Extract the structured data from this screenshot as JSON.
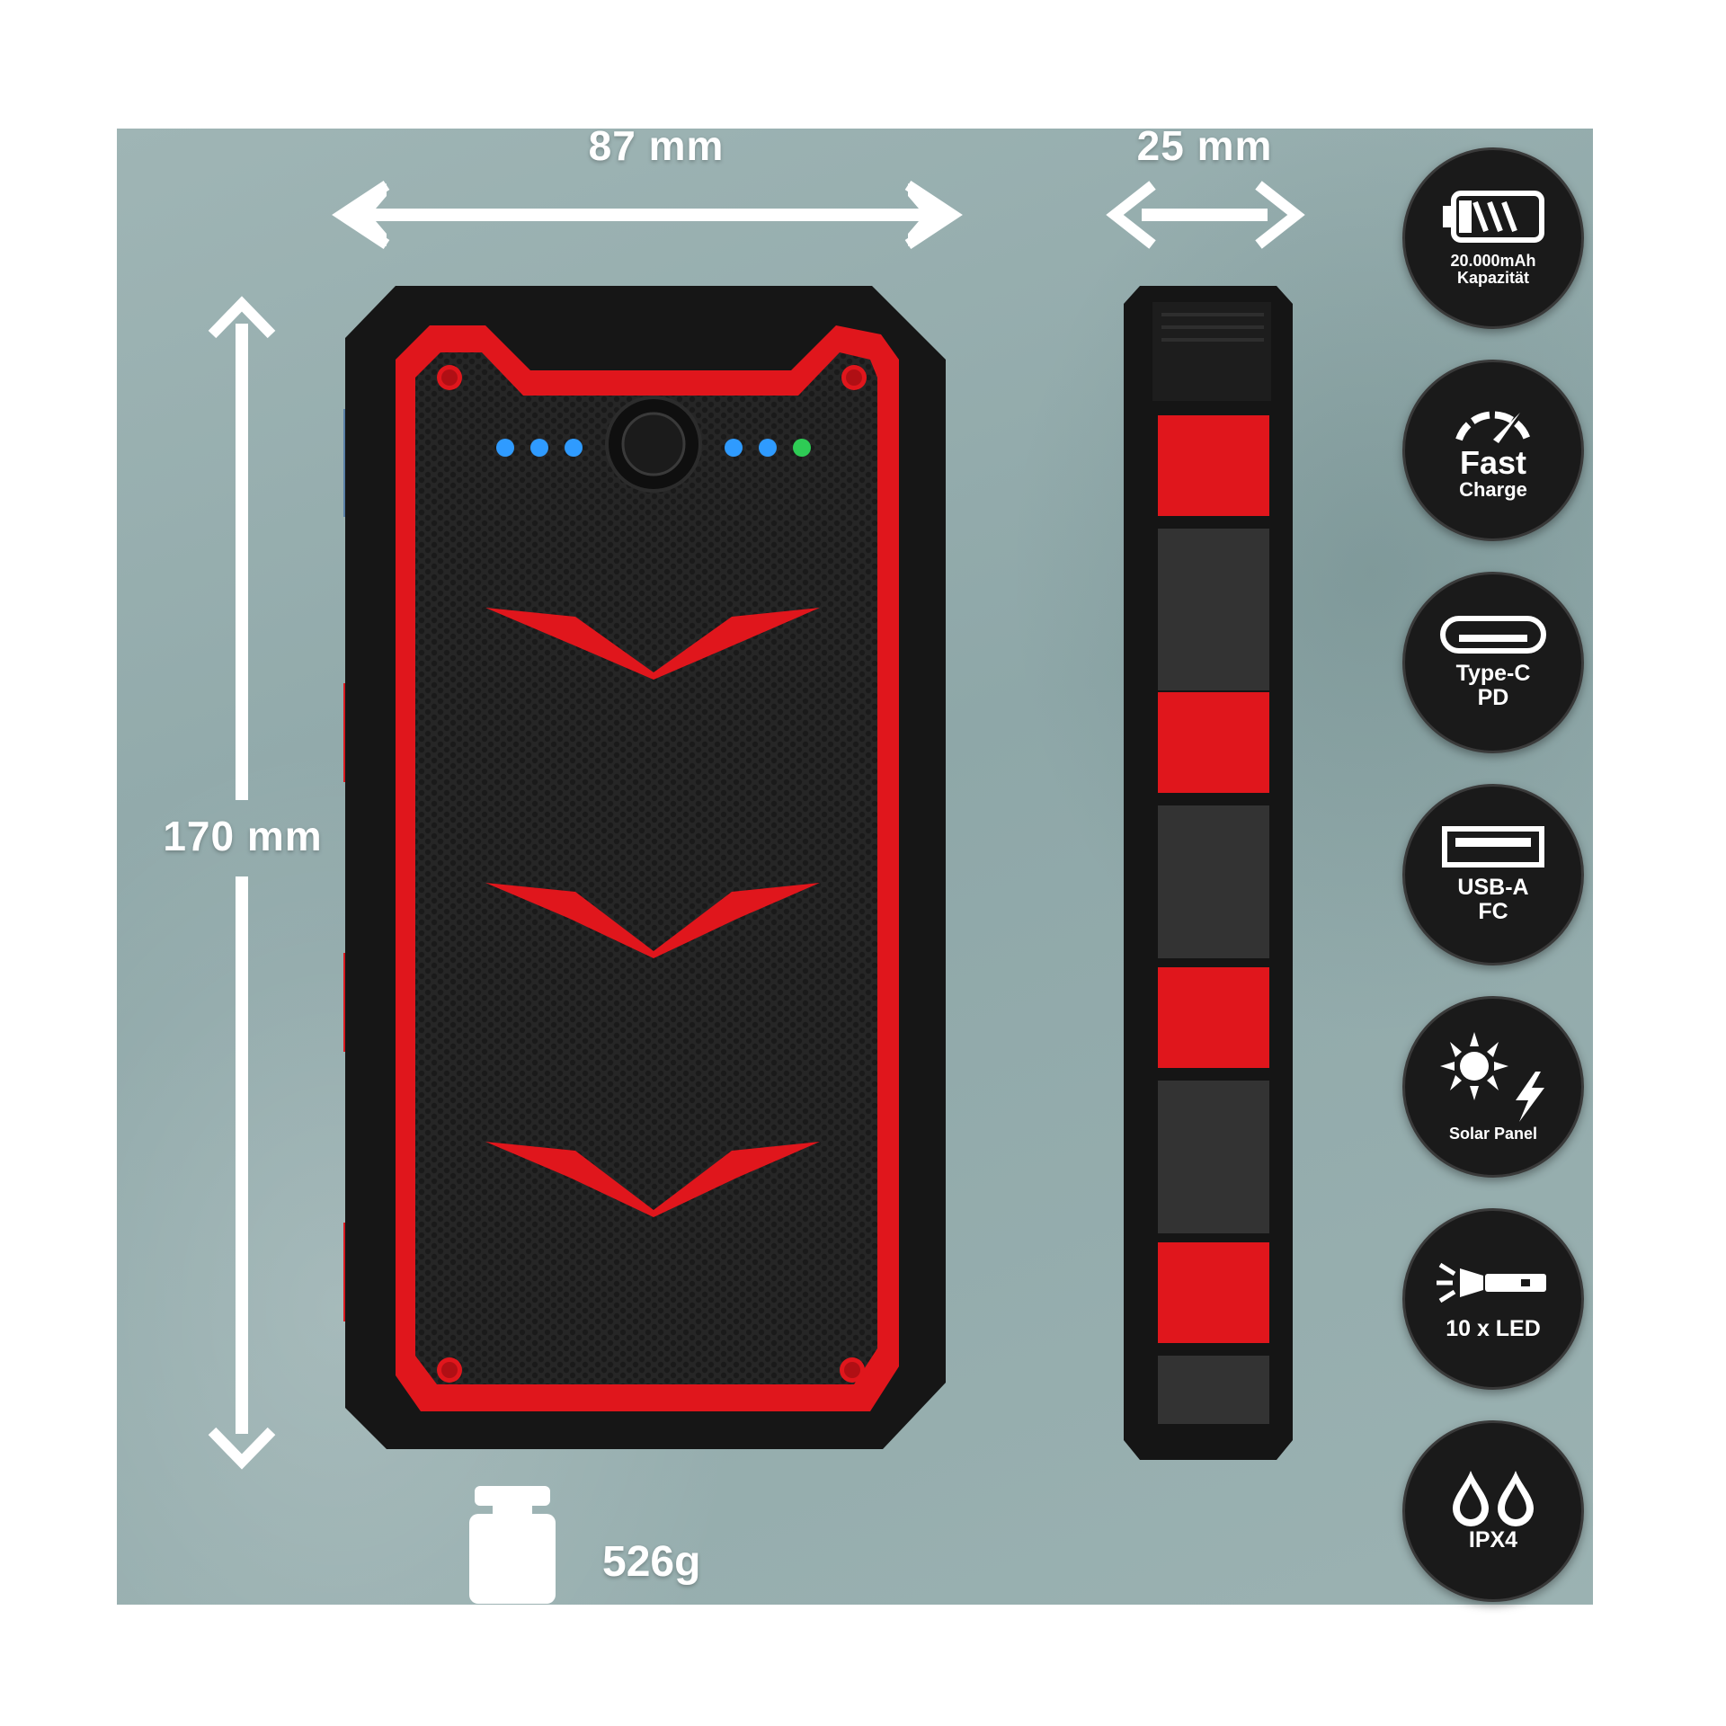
{
  "dimensions": {
    "width": "87 mm",
    "depth": "25 mm",
    "height": "170 mm",
    "weight": "526g"
  },
  "features": [
    {
      "icon": "battery-icon",
      "line1": "20.000mAh",
      "line2": "Kapazität"
    },
    {
      "icon": "speedometer-icon",
      "line1": "Fast",
      "line2": "Charge"
    },
    {
      "icon": "usb-c-port-icon",
      "line1": "Type-C",
      "line2": "PD"
    },
    {
      "icon": "usb-a-port-icon",
      "line1": "USB-A",
      "line2": "FC"
    },
    {
      "icon": "sun-lightning-icon",
      "line1": "Solar Panel"
    },
    {
      "icon": "flashlight-icon",
      "line1": "10 x LED"
    },
    {
      "icon": "water-drops-icon",
      "line1": "IPX4"
    }
  ],
  "indicator_leds": [
    "#2f9bff",
    "#2f9bff",
    "#2f9bff",
    "#2f9bff",
    "#2f9bff",
    "#2ecc55"
  ],
  "colors": {
    "background_panel": "#9fb5b5",
    "accent_red": "#e0161c",
    "body_black": "#1b1b1b",
    "badge": "#1a1a1a"
  }
}
